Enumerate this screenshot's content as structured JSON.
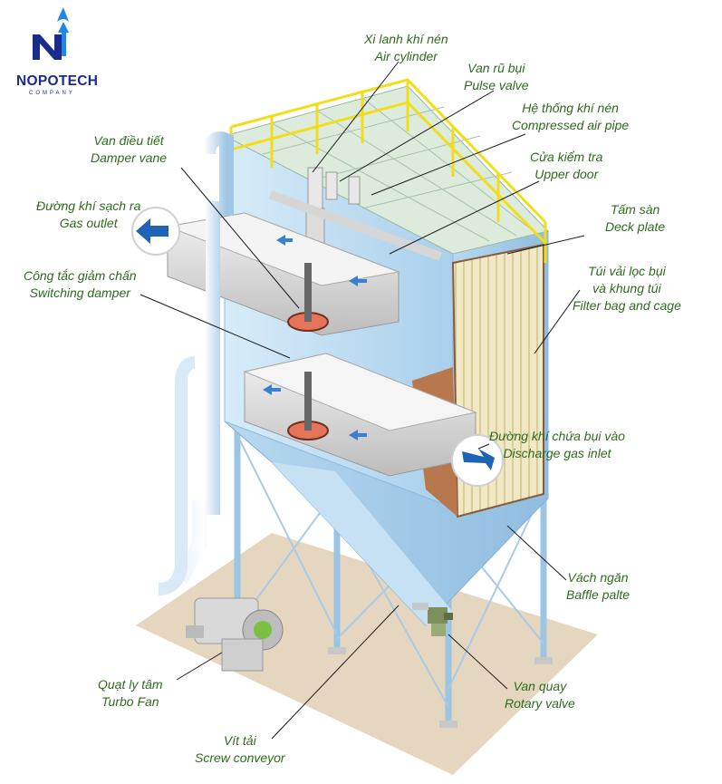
{
  "brand": {
    "name": "NOPOTECH",
    "subtitle": "COMPANY",
    "color": "#1a2b8c",
    "accent": "#1e88e5"
  },
  "colors": {
    "label_text": "#2e6b1f",
    "leader_line": "#1a1a1a",
    "housing": "#c9e3f5",
    "hopper": "#b8d8f0",
    "floor": "#e3d4bd",
    "railing": "#f4e21a",
    "filter_bag": "#efe6bd",
    "baffle": "#b9774e"
  },
  "labels": [
    {
      "id": "air-cylinder",
      "vi": "Xi lanh khí nén",
      "en": "Air cylinder"
    },
    {
      "id": "pulse-valve",
      "vi": "Van rũ bụi",
      "en": "Pulse valve"
    },
    {
      "id": "compressed-air-pipe",
      "vi": "Hệ thống khí nén",
      "en": "Compressed air pipe"
    },
    {
      "id": "upper-door",
      "vi": "Cửa kiểm tra",
      "en": "Upper door"
    },
    {
      "id": "deck-plate",
      "vi": "Tấm sàn",
      "en": "Deck plate"
    },
    {
      "id": "filter-bag",
      "vi": "Túi vải lọc bụi",
      "vi2": "và khung túi",
      "en": "Filter bag and cage"
    },
    {
      "id": "damper-vane",
      "vi": "Van điều tiết",
      "en": "Damper vane"
    },
    {
      "id": "gas-outlet",
      "vi": "Đường khí sạch ra",
      "en": "Gas outlet"
    },
    {
      "id": "switching-damper",
      "vi": "Công tắc giảm chấn",
      "en": "Switching damper"
    },
    {
      "id": "gas-inlet",
      "vi": "Đường khí chứa bụi vào",
      "en": "Discharge gas inlet"
    },
    {
      "id": "baffle-plate",
      "vi": "Vách ngăn",
      "en": "Baffle palte"
    },
    {
      "id": "rotary-valve",
      "vi": "Van quay",
      "en": "Rotary valve"
    },
    {
      "id": "turbo-fan",
      "vi": "Quạt ly tâm",
      "en": "Turbo Fan"
    },
    {
      "id": "screw-conveyor",
      "vi": "Vít tải",
      "en": "Screw conveyor"
    }
  ]
}
